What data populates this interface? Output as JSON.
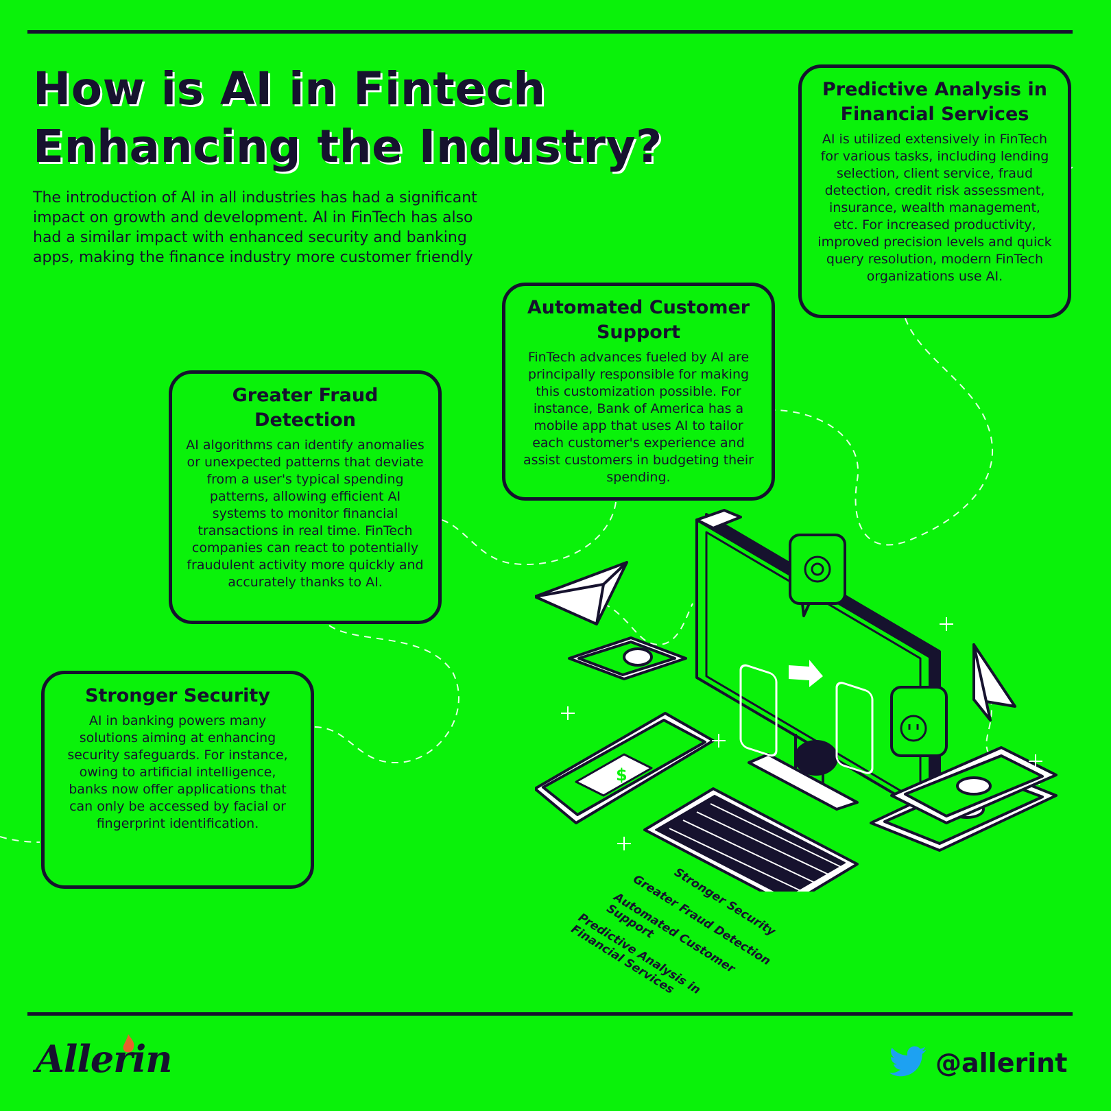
{
  "header": {
    "title": "How is AI in Fintech Enhancing the Industry?",
    "intro": "The introduction of AI in all industries has had a significant impact on growth and development. AI in FinTech has also had a similar impact with enhanced security and banking apps, making the finance industry more customer friendly"
  },
  "cards": {
    "predictive": {
      "title": "Predictive Analysis in Financial Services",
      "body": "AI is utilized extensively in FinTech for various tasks, including lending selection, client service, fraud detection, credit risk assessment, insurance, wealth management, etc. For increased productivity, improved precision levels and quick query resolution, modern FinTech organizations use AI."
    },
    "support": {
      "title": "Automated Customer Support",
      "body": "FinTech advances fueled by AI are principally responsible for making this customization possible. For instance, Bank of America has a mobile app that uses AI to tailor each customer's experience and assist customers in budgeting their spending."
    },
    "fraud": {
      "title": "Greater Fraud Detection",
      "body": "AI algorithms can identify anomalies or unexpected patterns that deviate from a user's typical spending patterns, allowing efficient AI systems to monitor financial transactions in real time. FinTech companies can react to potentially fraudulent activity more quickly and accurately thanks to AI."
    },
    "security": {
      "title": "Stronger Security",
      "body": "AI in banking powers many solutions aiming at enhancing security safeguards. For instance, owing to artificial intelligence, banks now offer applications that can only be accessed by facial or fingerprint identification."
    }
  },
  "iso_labels": {
    "l1": "Stronger Security",
    "l2": "Greater Fraud Detection",
    "l3": "Automated Customer\nSupport",
    "l4": "Predictive Analysis in\nFinancial Services"
  },
  "footer": {
    "logo": "Allerin",
    "handle": "@allerint",
    "icon": "twitter-bird-icon"
  },
  "colors": {
    "background": "#0af20a",
    "ink": "#16122e",
    "twitter": "#1da1f2",
    "flame": "#e8602c"
  }
}
